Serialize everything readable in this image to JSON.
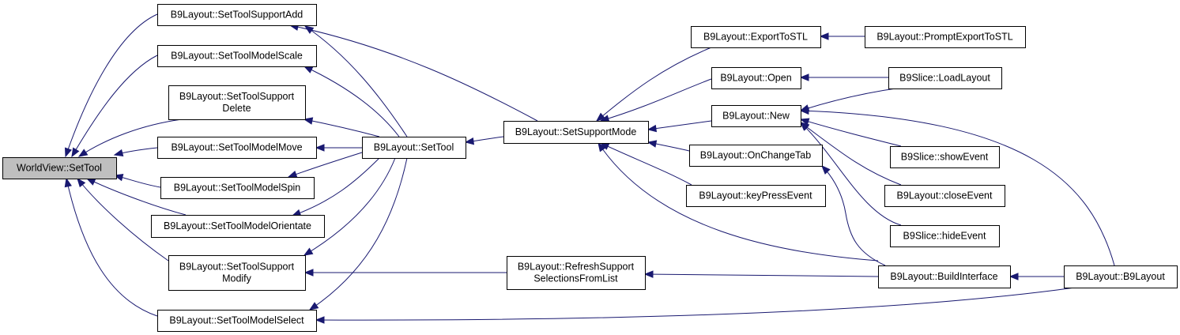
{
  "diagram": {
    "nodes": [
      {
        "id": "worldview_settool",
        "lines": [
          "WorldView::SetTool"
        ],
        "highlight": true
      },
      {
        "id": "st_supportadd",
        "lines": [
          "B9Layout::SetToolSupportAdd"
        ]
      },
      {
        "id": "st_modelscale",
        "lines": [
          "B9Layout::SetToolModelScale"
        ]
      },
      {
        "id": "st_supportdelete",
        "lines": [
          "B9Layout::SetToolSupport",
          "Delete"
        ]
      },
      {
        "id": "st_modelmove",
        "lines": [
          "B9Layout::SetToolModelMove"
        ]
      },
      {
        "id": "st_modelspin",
        "lines": [
          "B9Layout::SetToolModelSpin"
        ]
      },
      {
        "id": "st_modelorientate",
        "lines": [
          "B9Layout::SetToolModelOrientate"
        ]
      },
      {
        "id": "st_supportmodify",
        "lines": [
          "B9Layout::SetToolSupport",
          "Modify"
        ]
      },
      {
        "id": "st_modelselect",
        "lines": [
          "B9Layout::SetToolModelSelect"
        ]
      },
      {
        "id": "settool",
        "lines": [
          "B9Layout::SetTool"
        ]
      },
      {
        "id": "setsupportmode",
        "lines": [
          "B9Layout::SetSupportMode"
        ]
      },
      {
        "id": "refreshsupport",
        "lines": [
          "B9Layout::RefreshSupport",
          "SelectionsFromList"
        ]
      },
      {
        "id": "exporttostl",
        "lines": [
          "B9Layout::ExportToSTL"
        ]
      },
      {
        "id": "open",
        "lines": [
          "B9Layout::Open"
        ]
      },
      {
        "id": "new",
        "lines": [
          "B9Layout::New"
        ]
      },
      {
        "id": "onchangetab",
        "lines": [
          "B9Layout::OnChangeTab"
        ]
      },
      {
        "id": "keypressevent",
        "lines": [
          "B9Layout::keyPressEvent"
        ]
      },
      {
        "id": "promptexport",
        "lines": [
          "B9Layout::PromptExportToSTL"
        ]
      },
      {
        "id": "loadlayout",
        "lines": [
          "B9Slice::LoadLayout"
        ]
      },
      {
        "id": "showevent",
        "lines": [
          "B9Slice::showEvent"
        ]
      },
      {
        "id": "closeevent",
        "lines": [
          "B9Layout::closeEvent"
        ]
      },
      {
        "id": "hideevent",
        "lines": [
          "B9Slice::hideEvent"
        ]
      },
      {
        "id": "buildinterface",
        "lines": [
          "B9Layout::BuildInterface"
        ]
      },
      {
        "id": "b9layout",
        "lines": [
          "B9Layout::B9Layout"
        ]
      }
    ],
    "edges": [
      {
        "from": "st_supportadd",
        "to": "worldview_settool"
      },
      {
        "from": "st_modelscale",
        "to": "worldview_settool"
      },
      {
        "from": "st_supportdelete",
        "to": "worldview_settool"
      },
      {
        "from": "st_modelmove",
        "to": "worldview_settool"
      },
      {
        "from": "st_modelspin",
        "to": "worldview_settool"
      },
      {
        "from": "st_modelorientate",
        "to": "worldview_settool"
      },
      {
        "from": "st_supportmodify",
        "to": "worldview_settool"
      },
      {
        "from": "st_modelselect",
        "to": "worldview_settool"
      },
      {
        "from": "settool",
        "to": "st_supportadd"
      },
      {
        "from": "settool",
        "to": "st_modelscale"
      },
      {
        "from": "settool",
        "to": "st_supportdelete"
      },
      {
        "from": "settool",
        "to": "st_modelmove"
      },
      {
        "from": "settool",
        "to": "st_modelspin"
      },
      {
        "from": "settool",
        "to": "st_modelorientate"
      },
      {
        "from": "settool",
        "to": "st_supportmodify"
      },
      {
        "from": "settool",
        "to": "st_modelselect"
      },
      {
        "from": "setsupportmode",
        "to": "st_supportadd"
      },
      {
        "from": "setsupportmode",
        "to": "settool"
      },
      {
        "from": "exporttostl",
        "to": "setsupportmode"
      },
      {
        "from": "open",
        "to": "setsupportmode"
      },
      {
        "from": "new",
        "to": "setsupportmode"
      },
      {
        "from": "onchangetab",
        "to": "setsupportmode"
      },
      {
        "from": "keypressevent",
        "to": "setsupportmode"
      },
      {
        "from": "buildinterface",
        "to": "setsupportmode"
      },
      {
        "from": "promptexport",
        "to": "exporttostl"
      },
      {
        "from": "loadlayout",
        "to": "open"
      },
      {
        "from": "loadlayout",
        "to": "new"
      },
      {
        "from": "showevent",
        "to": "new"
      },
      {
        "from": "closeevent",
        "to": "new"
      },
      {
        "from": "hideevent",
        "to": "new"
      },
      {
        "from": "b9layout",
        "to": "new"
      },
      {
        "from": "buildinterface",
        "to": "onchangetab"
      },
      {
        "from": "refreshsupport",
        "to": "st_supportmodify"
      },
      {
        "from": "buildinterface",
        "to": "refreshsupport"
      },
      {
        "from": "b9layout",
        "to": "buildinterface"
      },
      {
        "from": "b9layout",
        "to": "st_modelselect"
      }
    ]
  }
}
